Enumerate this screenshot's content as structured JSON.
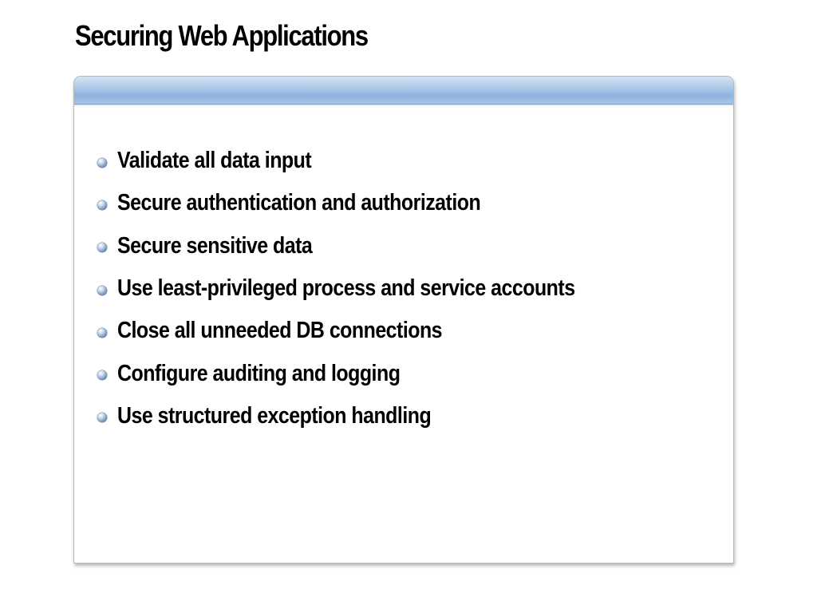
{
  "slide": {
    "title": "Securing Web Applications",
    "bullets": [
      "Validate all data input",
      "Secure authentication and authorization",
      "Secure sensitive data",
      "Use least-privileged process and service accounts",
      "Close all unneeded DB connections",
      "Configure auditing and logging",
      "Use structured exception handling"
    ]
  },
  "colors": {
    "header_bar_light": "#d4e4f5",
    "header_bar_dark": "#8fb3dd",
    "bullet_icon": "#6f8fb8",
    "text": "#000000",
    "panel_border": "#b8b8b8"
  },
  "icons": {
    "bullet": "sphere-bullet-icon"
  }
}
